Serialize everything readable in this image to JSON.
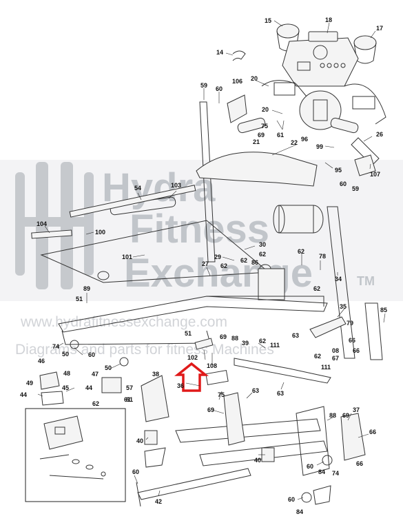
{
  "watermark": {
    "line1": "Hydra",
    "line2": "Fitness",
    "line3": "Exchange",
    "trademark": "TM",
    "url": "www.hydrafitnessexchange.com",
    "tagline": "Diagrams and parts for fitness Machines"
  },
  "highlight_color": "#e01a1a",
  "labels": [
    {
      "id": "15",
      "text": "15"
    },
    {
      "id": "18",
      "text": "18"
    },
    {
      "id": "17",
      "text": "17"
    },
    {
      "id": "14",
      "text": "14"
    },
    {
      "id": "59a",
      "text": "59"
    },
    {
      "id": "60a",
      "text": "60"
    },
    {
      "id": "106",
      "text": "106"
    },
    {
      "id": "20a",
      "text": "20"
    },
    {
      "id": "20b",
      "text": "20"
    },
    {
      "id": "75a",
      "text": "75"
    },
    {
      "id": "69a",
      "text": "69"
    },
    {
      "id": "21",
      "text": "21"
    },
    {
      "id": "61a",
      "text": "61"
    },
    {
      "id": "96",
      "text": "96"
    },
    {
      "id": "22",
      "text": "22"
    },
    {
      "id": "26",
      "text": "26"
    },
    {
      "id": "99",
      "text": "99"
    },
    {
      "id": "95",
      "text": "95"
    },
    {
      "id": "107",
      "text": "107"
    },
    {
      "id": "54",
      "text": "54"
    },
    {
      "id": "103",
      "text": "103"
    },
    {
      "id": "60b",
      "text": "60"
    },
    {
      "id": "59b",
      "text": "59"
    },
    {
      "id": "104",
      "text": "104"
    },
    {
      "id": "100",
      "text": "100"
    },
    {
      "id": "30",
      "text": "30"
    },
    {
      "id": "29",
      "text": "29"
    },
    {
      "id": "62a",
      "text": "62"
    },
    {
      "id": "101",
      "text": "101"
    },
    {
      "id": "27",
      "text": "27"
    },
    {
      "id": "62b",
      "text": "62"
    },
    {
      "id": "62c",
      "text": "62"
    },
    {
      "id": "86",
      "text": "86"
    },
    {
      "id": "62d",
      "text": "62"
    },
    {
      "id": "78",
      "text": "78"
    },
    {
      "id": "34",
      "text": "34"
    },
    {
      "id": "62e",
      "text": "62"
    },
    {
      "id": "89",
      "text": "89"
    },
    {
      "id": "51a",
      "text": "51"
    },
    {
      "id": "85",
      "text": "85"
    },
    {
      "id": "35",
      "text": "35"
    },
    {
      "id": "79",
      "text": "79"
    },
    {
      "id": "51b",
      "text": "51"
    },
    {
      "id": "74a",
      "text": "74"
    },
    {
      "id": "39",
      "text": "39"
    },
    {
      "id": "69b",
      "text": "69"
    },
    {
      "id": "88a",
      "text": "88"
    },
    {
      "id": "63a",
      "text": "63"
    },
    {
      "id": "66a",
      "text": "66"
    },
    {
      "id": "62f",
      "text": "62"
    },
    {
      "id": "111a",
      "text": "111"
    },
    {
      "id": "66b",
      "text": "66"
    },
    {
      "id": "50a",
      "text": "50"
    },
    {
      "id": "60c",
      "text": "60"
    },
    {
      "id": "102",
      "text": "102"
    },
    {
      "id": "62g",
      "text": "62"
    },
    {
      "id": "08",
      "text": "08"
    },
    {
      "id": "108",
      "text": "108"
    },
    {
      "id": "67",
      "text": "67"
    },
    {
      "id": "46",
      "text": "46"
    },
    {
      "id": "48",
      "text": "48"
    },
    {
      "id": "50b",
      "text": "50"
    },
    {
      "id": "111b",
      "text": "111"
    },
    {
      "id": "47",
      "text": "47"
    },
    {
      "id": "38",
      "text": "38"
    },
    {
      "id": "49",
      "text": "49"
    },
    {
      "id": "45",
      "text": "45"
    },
    {
      "id": "57",
      "text": "57"
    },
    {
      "id": "44a",
      "text": "44"
    },
    {
      "id": "61b",
      "text": "61"
    },
    {
      "id": "36",
      "text": "36"
    },
    {
      "id": "63b",
      "text": "63"
    },
    {
      "id": "44b",
      "text": "44"
    },
    {
      "id": "75b",
      "text": "75"
    },
    {
      "id": "63c",
      "text": "63"
    },
    {
      "id": "61c",
      "text": "61"
    },
    {
      "id": "62h",
      "text": "62"
    },
    {
      "id": "69c",
      "text": "69"
    },
    {
      "id": "37",
      "text": "37"
    },
    {
      "id": "88b",
      "text": "88"
    },
    {
      "id": "69d",
      "text": "69"
    },
    {
      "id": "40a",
      "text": "40"
    },
    {
      "id": "66c",
      "text": "66"
    },
    {
      "id": "40b",
      "text": "40"
    },
    {
      "id": "60d",
      "text": "60"
    },
    {
      "id": "84a",
      "text": "84"
    },
    {
      "id": "74b",
      "text": "74"
    },
    {
      "id": "66d",
      "text": "66"
    },
    {
      "id": "60e",
      "text": "60"
    },
    {
      "id": "42",
      "text": "42"
    },
    {
      "id": "60f",
      "text": "60"
    },
    {
      "id": "84b",
      "text": "84"
    }
  ]
}
